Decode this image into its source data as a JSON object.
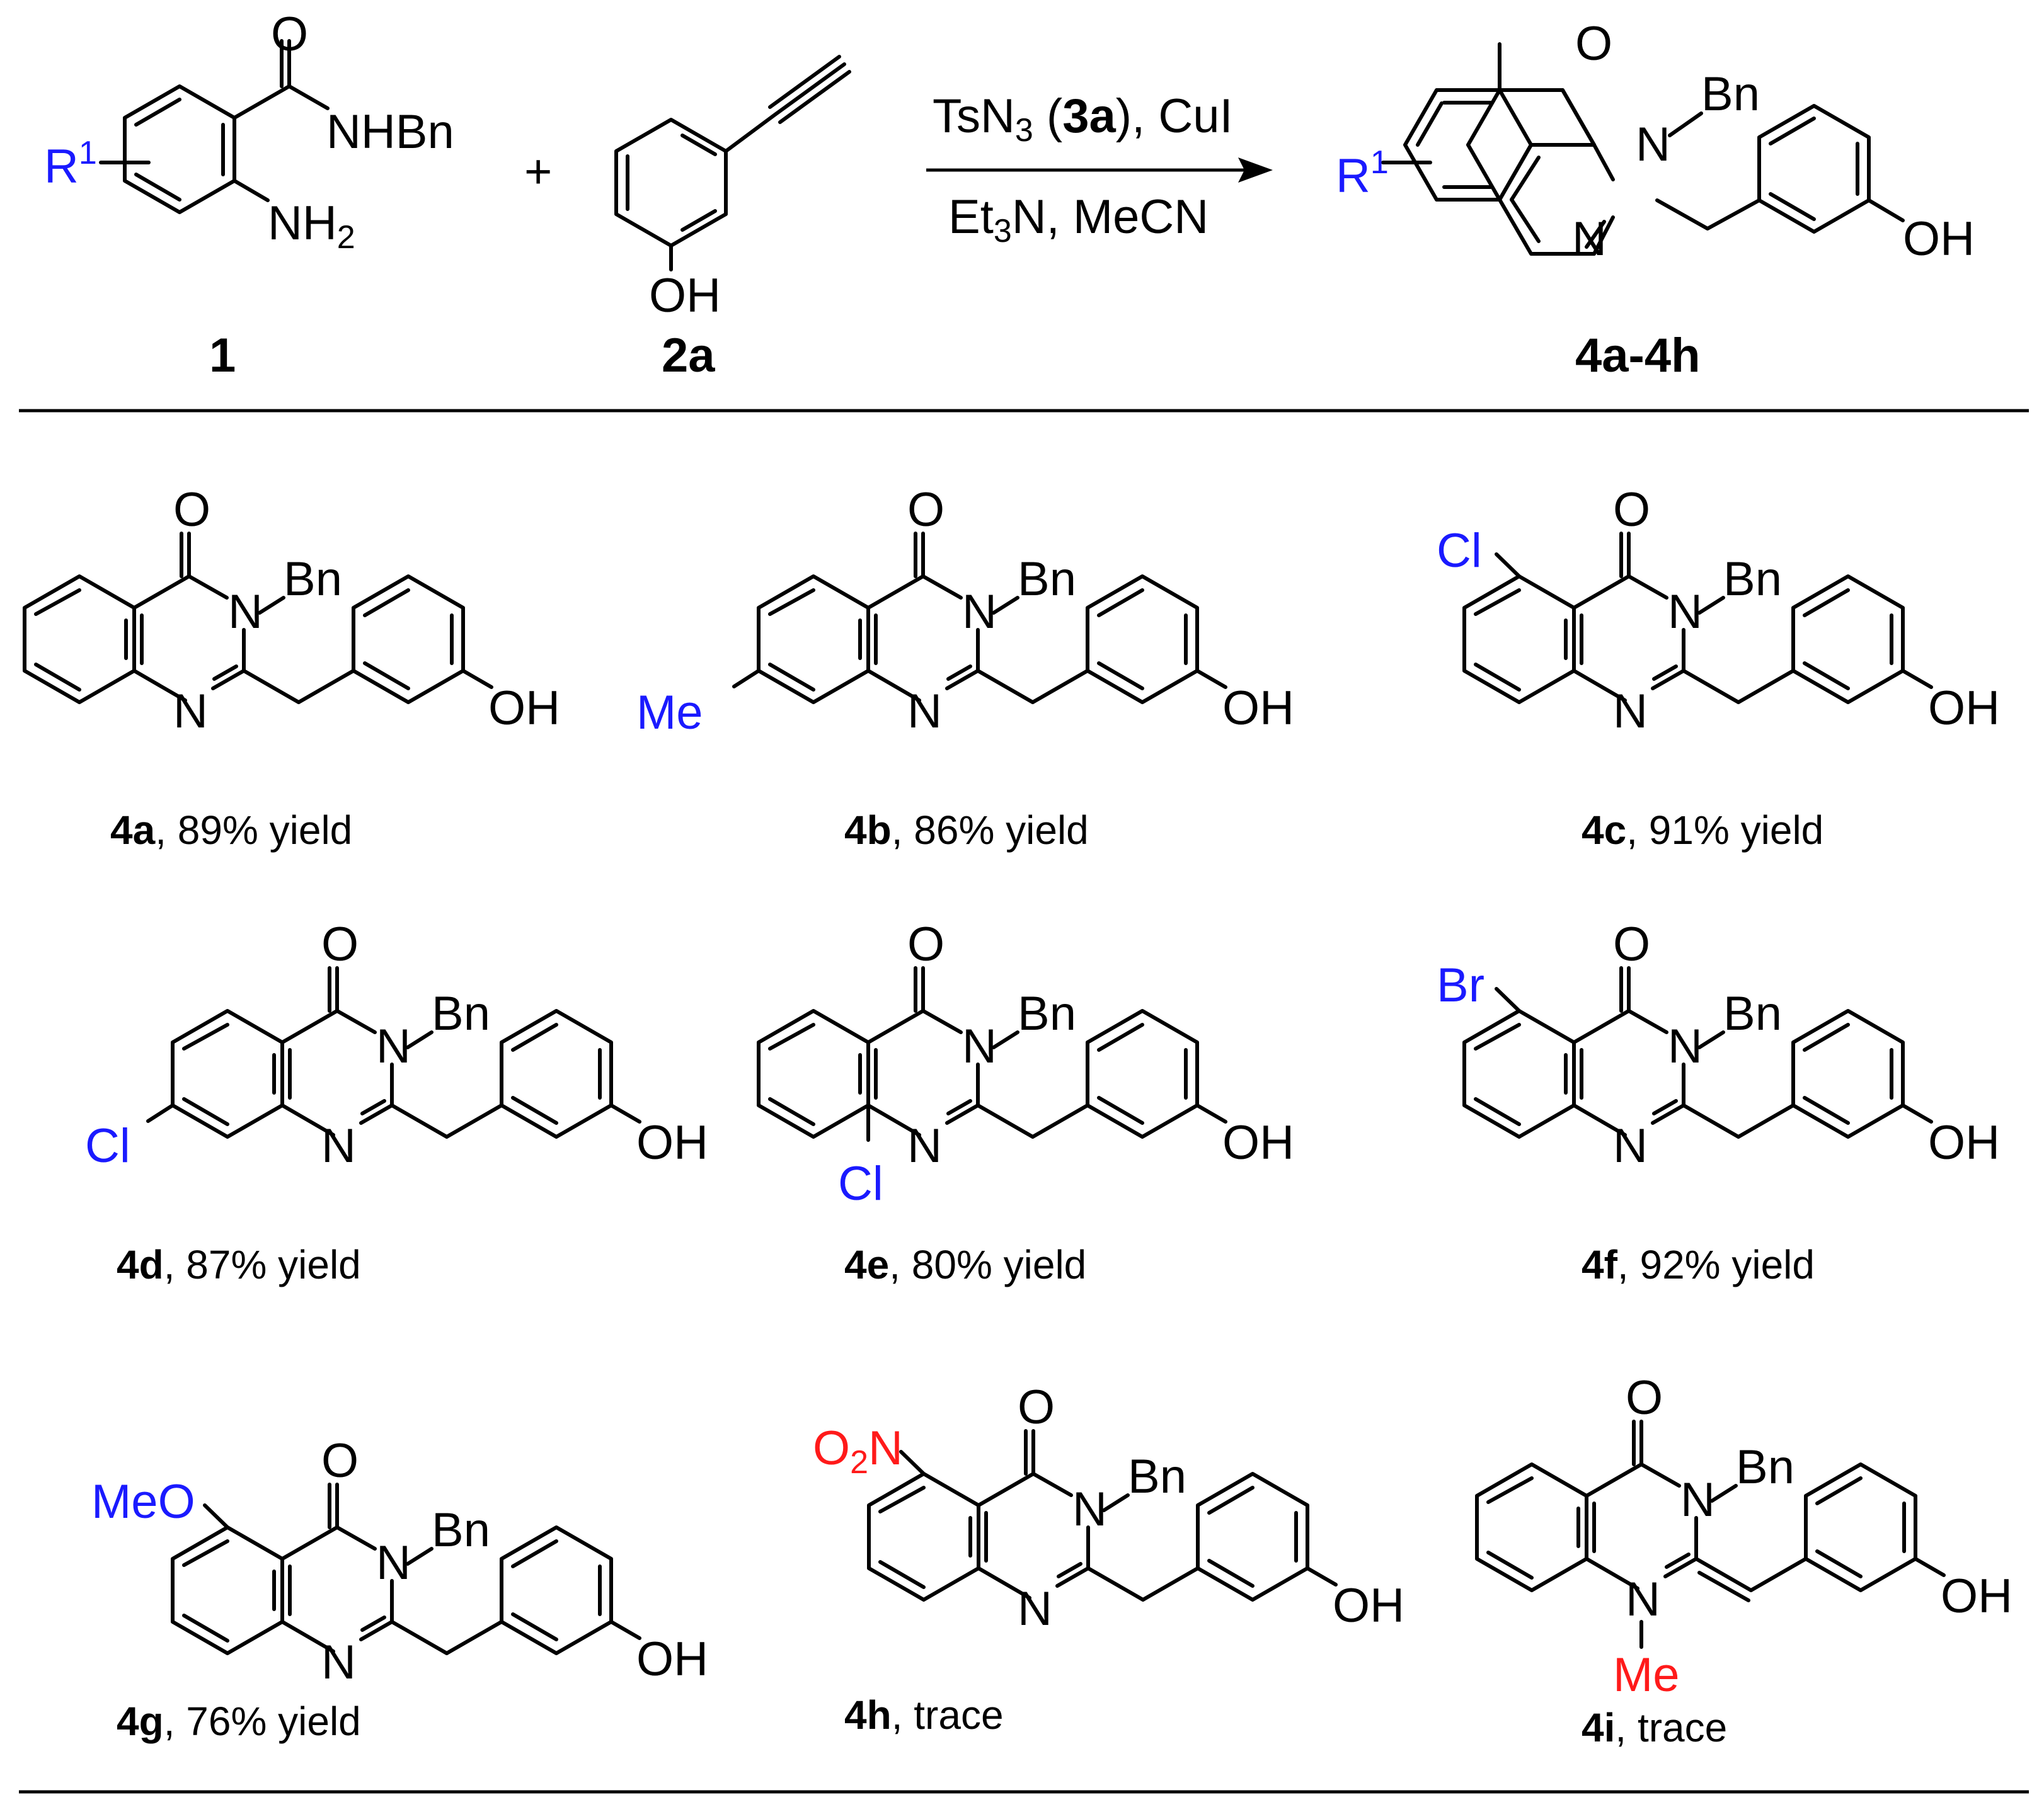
{
  "colors": {
    "substituent": "#1a1aff",
    "unreactive": "#ff1a1a",
    "bond": "#000000"
  },
  "reaction": {
    "plus": "+",
    "reagent_a": "TsN",
    "reagent_a_sub": "3",
    "reagent_a_open": " (",
    "reagent_a_bold": "3a",
    "reagent_a_close": "), CuI",
    "reagent_b1": "Et",
    "reagent_b_sub": "3",
    "reagent_b2": "N, MeCN",
    "compound_1": "1",
    "compound_2": "2a",
    "product_range": "4a-4h"
  },
  "atoms": {
    "R": "R",
    "R_sup": "1",
    "O": "O",
    "N": "N",
    "NHBn": "NHBn",
    "NH": "NH",
    "NH_sub": "2",
    "Bn": "Bn",
    "OH": "OH",
    "OH_lower": "OH",
    "Me_N": "Me"
  },
  "products": [
    {
      "id": "4a",
      "yield": ", 89% yield",
      "substituent": ""
    },
    {
      "id": "4b",
      "yield": ", 86% yield",
      "substituent": "Me"
    },
    {
      "id": "4c",
      "yield": ", 91% yield",
      "substituent": "Cl"
    },
    {
      "id": "4d",
      "yield": ", 87% yield",
      "substituent": "Cl"
    },
    {
      "id": "4e",
      "yield": ", 80% yield",
      "substituent": "Cl"
    },
    {
      "id": "4f",
      "yield": ", 92% yield",
      "substituent": "Br"
    },
    {
      "id": "4g",
      "yield": ", 76% yield",
      "substituent": "MeO"
    },
    {
      "id": "4h",
      "yield": ", trace",
      "substituent": "O",
      "substituent_sub": "2",
      "substituent_tail": "N"
    },
    {
      "id": "4i",
      "yield": ", trace",
      "substituent": ""
    }
  ]
}
